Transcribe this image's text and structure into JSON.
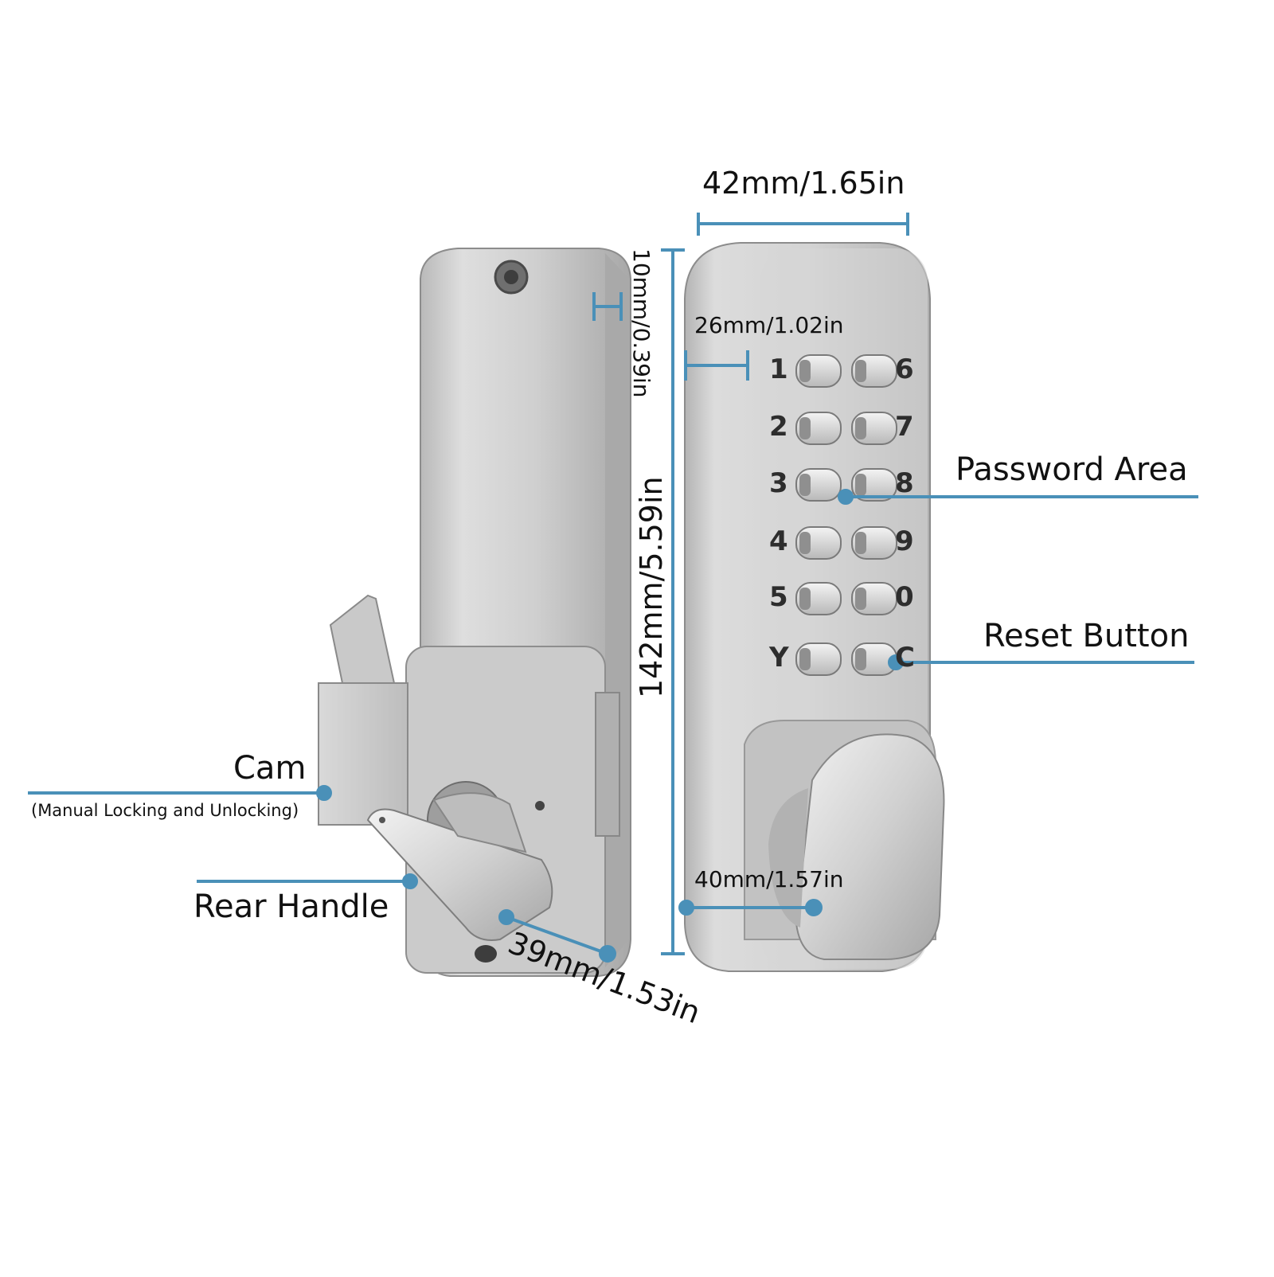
{
  "labels": {
    "password_area": "Password Area",
    "reset_button": "Reset Button",
    "cam": "Cam",
    "cam_note": "(Manual Locking and Unlocking)",
    "rear_handle": "Rear Handle"
  },
  "dimensions": {
    "width_top": "42mm/1.65in",
    "thickness": "10mm/0.39in",
    "height": "142mm/5.59in",
    "inner_width": "26mm/1.02in",
    "knob": "40mm/1.57in",
    "handle": "39mm/1.53in"
  },
  "keypad": {
    "left": [
      "1",
      "2",
      "3",
      "4",
      "5",
      "Y"
    ],
    "right": [
      "6",
      "7",
      "8",
      "9",
      "0",
      "C"
    ]
  },
  "colors": {
    "accent": "#4a90b8",
    "metal_light": "#e8e8e8",
    "metal_dark": "#9a9a9a"
  }
}
